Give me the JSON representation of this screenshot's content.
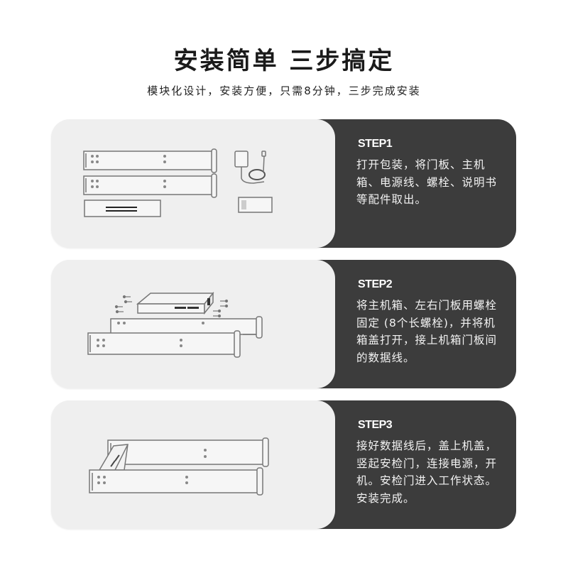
{
  "header": {
    "title": "安装简单 三步搞定",
    "subtitle": "模块化设计，安装方便，只需8分钟，三步完成安装"
  },
  "steps": [
    {
      "label": "STEP1",
      "text": "打开包装，将门板、主机箱、电源线、螺栓、说明书等配件取出。",
      "illustration": "unpacked-parts-icon"
    },
    {
      "label": "STEP2",
      "text": "将主机箱、左右门板用螺栓固定 (8个长螺栓)，并将机箱盖打开，接上机箱门板间的数据线。",
      "illustration": "assemble-panels-icon"
    },
    {
      "label": "STEP3",
      "text": "接好数据线后，盖上机盖，竖起安检门，连接电源，开机。安检门进入工作状态。安装完成。",
      "illustration": "assembled-gate-icon"
    }
  ],
  "colors": {
    "light_panel": "#efefef",
    "dark_panel": "#3c3c3c",
    "text_dark": "#1a1a1a",
    "text_light": "#ffffff"
  }
}
